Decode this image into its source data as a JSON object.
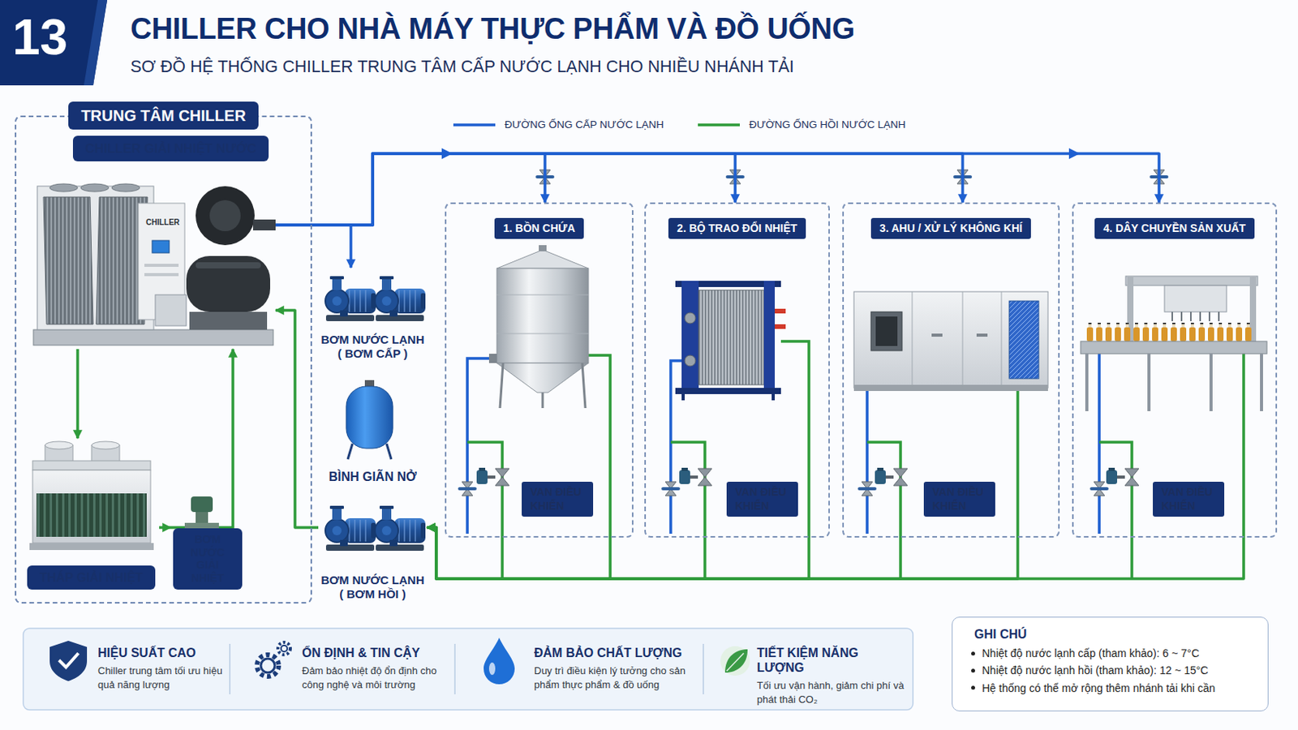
{
  "diagram": {
    "title": "CHILLER CHO NHÀ MÁY THỰC PHẨM VÀ ĐỒ UỐNG",
    "nodes": [
      {
        "text": [
          "TRUNG TÂM CHILLER"
        ]
      },
      {
        "text": [
          "CHILLER GIẢI NHIỆT NƯỚC"
        ],
        "in": 0
      },
      {
        "text": [
          "THÁP GIẢI NHIỆT"
        ],
        "in": 0
      },
      {
        "text": [
          "BƠM NƯỚC GIẢI NHIỆT"
        ],
        "in": 0
      },
      {
        "text": [
          "BƠM NƯỚC LẠNH ( BƠM CẤP )"
        ]
      },
      {
        "text": [
          "BÌNH GIÃN NỞ"
        ]
      },
      {
        "text": [
          "BƠM NƯỚC LẠNH ( BƠM HỒI )"
        ]
      },
      {
        "text": [
          "1. BỒN CHỨA"
        ]
      },
      {
        "text": [
          "VAN ĐIỀU KHIỂN"
        ],
        "in": 7
      },
      {
        "text": [
          "2. BỘ TRAO ĐỔI NHIỆT"
        ]
      },
      {
        "text": [
          "VAN ĐIỀU KHIỂN"
        ],
        "in": 9
      },
      {
        "text": [
          "3. AHU / XỬ LÝ KHÔNG KHÍ"
        ]
      },
      {
        "text": [
          "VAN ĐIỀU KHIỂN"
        ],
        "in": 11
      },
      {
        "text": [
          "4. DÂY CHUYỀN SẢN XUẤT"
        ]
      },
      {
        "text": [
          "VAN ĐIỀU KHIỂN"
        ],
        "in": 13
      },
      {
        "text": [
          "HIỆU SUẤT CAO",
          "Chiller trung tâm tối ưu hiệu quả năng lượng"
        ]
      },
      {
        "text": [
          "ỔN ĐỊNH & TIN CẬY",
          "Đảm bảo nhiệt độ ổn định cho công nghệ và môi trường"
        ]
      },
      {
        "text": [
          "ĐẢM BẢO CHẤT LƯỢNG",
          "Duy trì điều kiện lý tưởng cho sản phẩm thực phẩm & đồ uống"
        ]
      },
      {
        "text": [
          "TIẾT KIỆM NĂNG LƯỢNG",
          "Tối ưu vận hành, giảm chi phí và phát thải CO₂"
        ]
      },
      {
        "text": [
          "GHI CHÚ",
          "Nhiệt độ nước lạnh cấp (tham khảo): 6 ~ 7°C",
          "Nhiệt độ nước lạnh hồi (tham khảo): 12 ~ 15°C",
          "Hệ thống có thể mở rộng thêm nhánh tải khi cần"
        ]
      }
    ],
    "edges": [
      {
        "from": 1,
        "to": 4,
        "arrow": "to"
      },
      {
        "from": 1,
        "to": 7,
        "arrow": "to"
      },
      {
        "from": 1,
        "to": 9,
        "arrow": "to"
      },
      {
        "from": 1,
        "to": 11,
        "arrow": "to"
      },
      {
        "from": 1,
        "to": 13,
        "arrow": "to"
      },
      {
        "from": 7,
        "to": 6,
        "arrow": "to"
      },
      {
        "from": 9,
        "to": 6,
        "arrow": "to"
      },
      {
        "from": 11,
        "to": 6,
        "arrow": "to"
      },
      {
        "from": 13,
        "to": 6,
        "arrow": "to"
      },
      {
        "from": 6,
        "to": 1,
        "arrow": "to"
      },
      {
        "from": 1,
        "to": 2,
        "arrow": "to"
      },
      {
        "from": 2,
        "to": 3,
        "arrow": "to"
      },
      {
        "from": 3,
        "to": 1,
        "arrow": "to"
      }
    ],
    "labels": [
      "13",
      "SƠ ĐỒ HỆ THỐNG CHILLER TRUNG TÂM CẤP NƯỚC LẠNH CHO NHIỀU NHÁNH TẢI",
      "CHILLER"
    ],
    "legend": [
      {
        "text": "ĐƯỜNG ỐNG CẤP NƯỚC LẠNH"
      },
      {
        "text": "ĐƯỜNG ỐNG HỒI NƯỚC LẠNH"
      }
    ]
  }
}
